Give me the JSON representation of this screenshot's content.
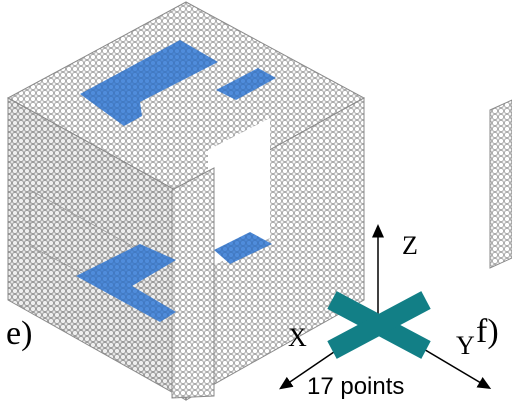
{
  "labels": {
    "panel_e": "e)",
    "panel_f": "f)"
  },
  "axes": {
    "z": "Z",
    "x": "X",
    "y": "Y"
  },
  "cross_annotation": "17 points",
  "colors": {
    "voxel_face": "#f2f2f2",
    "voxel_edge": "#9a9a9a",
    "highlight": "#4a86d4",
    "cross": "#127f86",
    "axis": "#000000"
  }
}
